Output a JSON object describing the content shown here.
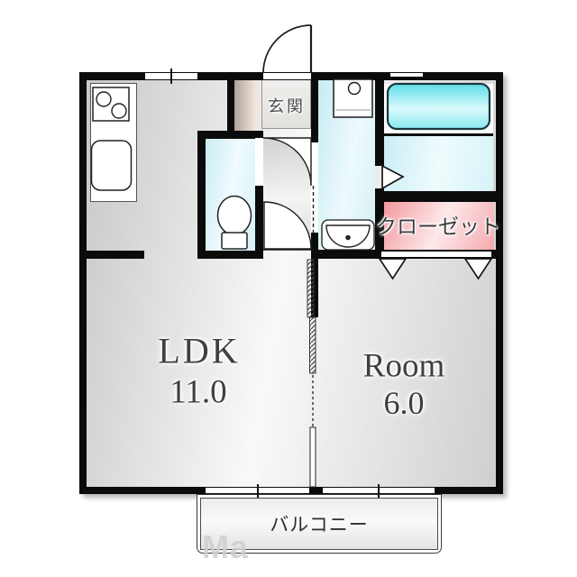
{
  "floorplan": {
    "type": "1LDK apartment floor plan",
    "rooms": {
      "ldk": {
        "label": "LDK",
        "size": "11.0"
      },
      "room": {
        "label": "Room",
        "size": "6.0"
      },
      "genkan": {
        "label": "玄関"
      },
      "closet": {
        "label": "クローゼット"
      },
      "balcony": {
        "label": "バルコニー"
      }
    },
    "fixtures": [
      "stove-icon",
      "kitchen-sink-icon",
      "toilet-icon",
      "washing-machine-pan-icon",
      "washbasin-icon",
      "bathtub-icon",
      "entrance-door-arc",
      "interior-door-arcs",
      "sliding-partition",
      "closet-door-triangles",
      "bath-door-triangle"
    ],
    "watermark": "Ma",
    "colors": {
      "wall": "#0b0b0b",
      "floor_gray": "#e6e6e6",
      "water_room_cyan": "#d8f2f7",
      "bathtub_cyan": "#7ce4ee",
      "closet_pink": "#f4a3a8",
      "genkan_beige": "#c9b8aa",
      "balcony_gray": "#efefef"
    }
  }
}
